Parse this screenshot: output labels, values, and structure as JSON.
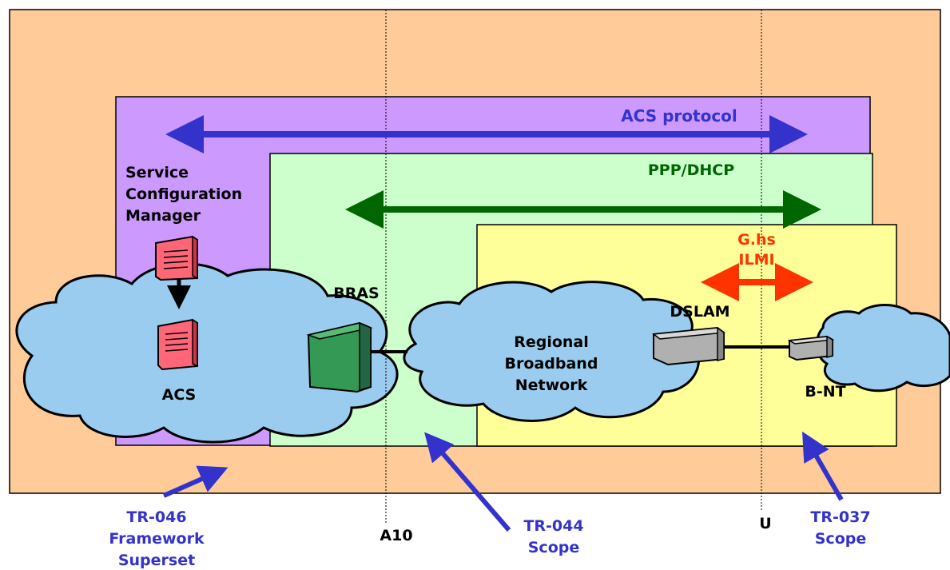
{
  "labels": {
    "acs_protocol": "ACS protocol",
    "ppp_dhcp": "PPP/DHCP",
    "ghs": "G.hs",
    "ilmi": "ILMI",
    "scm_line1": "Service",
    "scm_line2": "Configuration",
    "scm_line3": "Manager",
    "bras": "BRAS",
    "dslam": "DSLAM",
    "acs": "ACS",
    "regional_line1": "Regional",
    "regional_line2": "Broadband",
    "regional_line3": "Network",
    "bnt": "B-NT",
    "tr046_line1": "TR-046",
    "tr046_line2": "Framework",
    "tr046_line3": "Superset",
    "a10": "A10",
    "tr044_line1": "TR-044",
    "tr044_line2": "Scope",
    "u": "U",
    "tr037_line1": "TR-037",
    "tr037_line2": "Scope"
  },
  "colors": {
    "outer_region": "#ffcc99",
    "tr046_region": "#cc99ff",
    "tr044_region": "#ccffcc",
    "tr037_region": "#ffff99",
    "cloud": "#99ccee",
    "acs_protocol": "#3333cc",
    "ppp_dhcp": "#006600",
    "ghs_ilmi": "#ff3300",
    "scope_label": "#3333cc",
    "device_red": "#ff6677",
    "device_green": "#339955",
    "device_gray": "#b0b0b0"
  }
}
